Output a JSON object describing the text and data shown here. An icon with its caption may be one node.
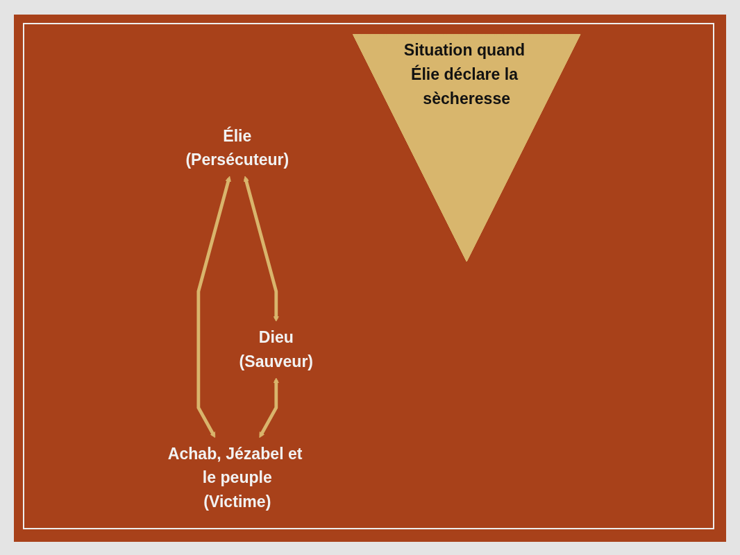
{
  "diagram": {
    "nodes": [
      {
        "text": [
          "Élie",
          "(Persécuteur)"
        ]
      },
      {
        "text": [
          "Dieu",
          "(Sauveur)"
        ]
      },
      {
        "text": [
          "Situation quand Élie déclare la sècheresse"
        ]
      },
      {
        "text": [
          "Achab, Jézabel et le peuple",
          "(Victime)"
        ]
      }
    ],
    "edges": [
      {
        "from": 0,
        "to": 1,
        "arrow": "both"
      },
      {
        "from": 0,
        "to": 3,
        "arrow": "both"
      },
      {
        "from": 1,
        "to": 3,
        "arrow": "both"
      }
    ]
  }
}
